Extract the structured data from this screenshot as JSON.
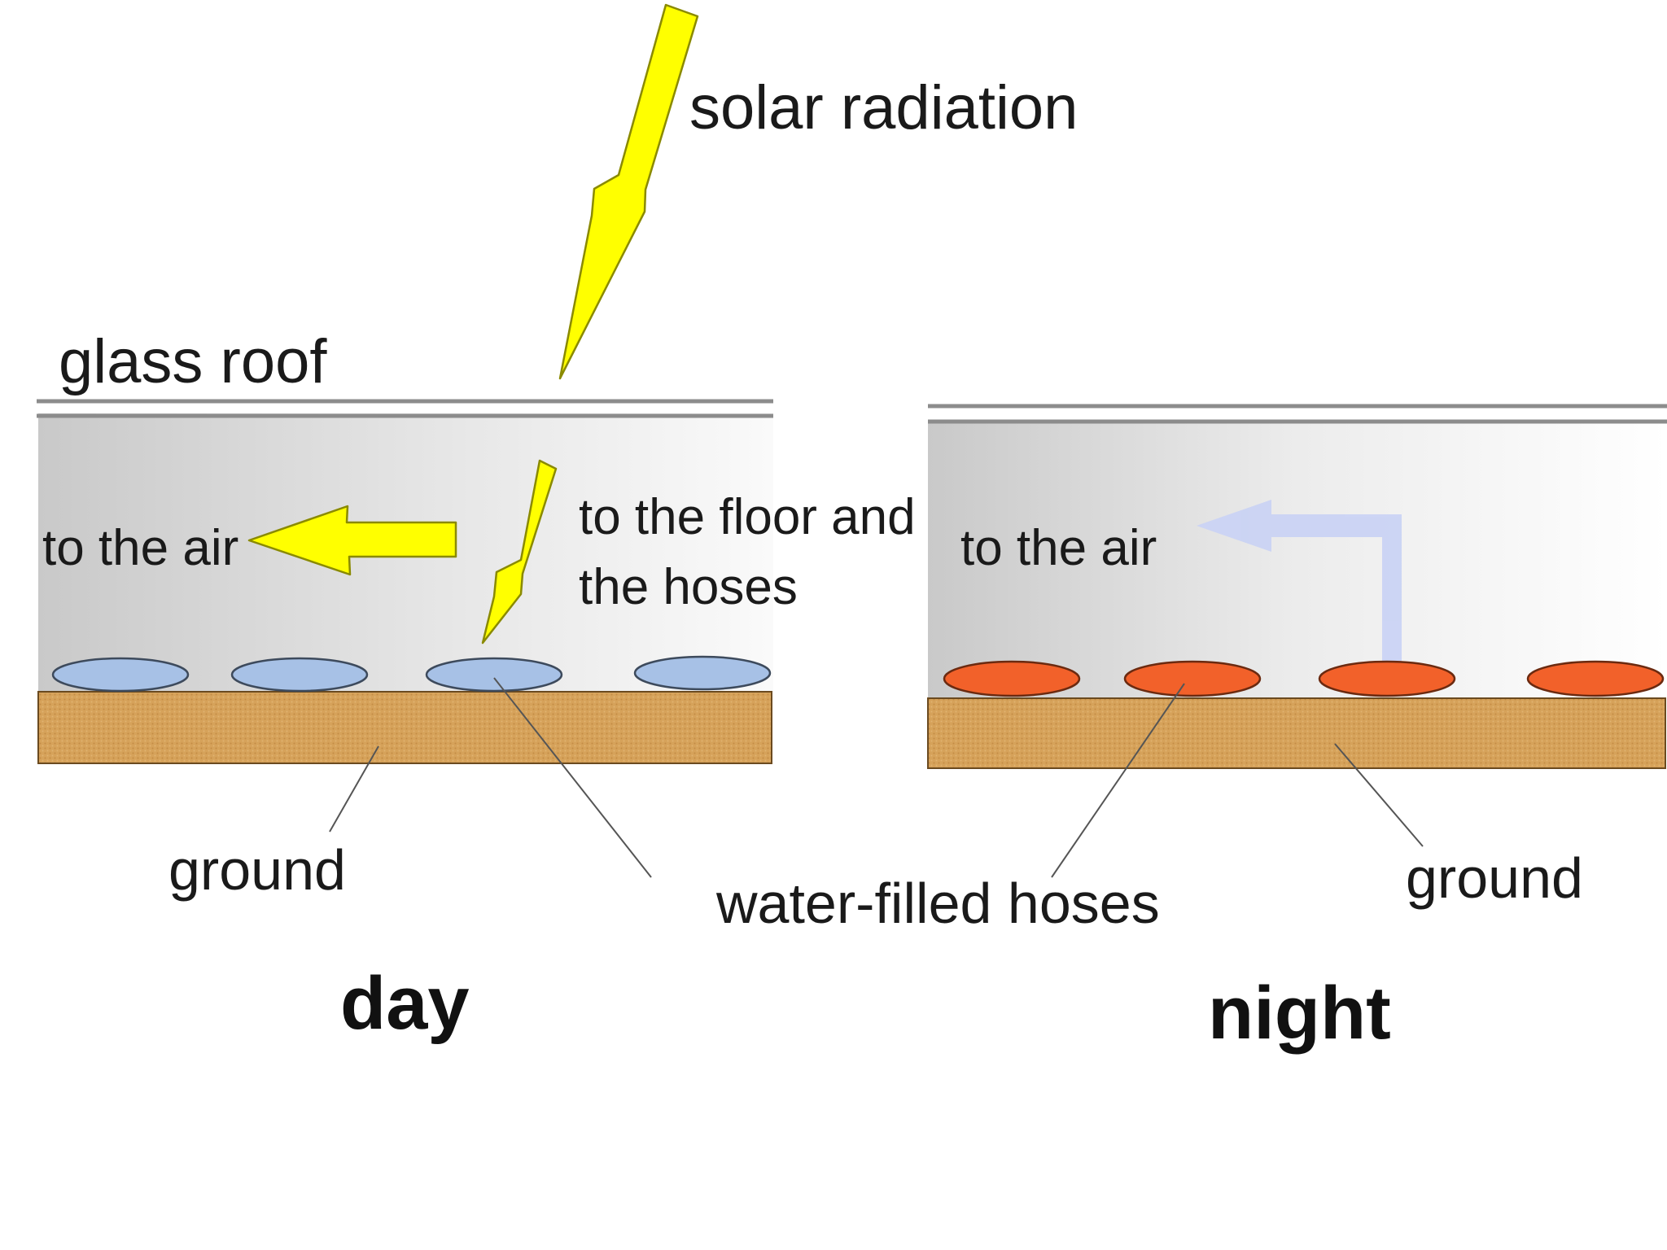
{
  "labels": {
    "solar_radiation": "solar radiation",
    "glass_roof": "glass roof",
    "to_the_air_day": "to the air",
    "to_floor_line1": "to the floor and",
    "to_floor_line2": "the hoses",
    "to_the_air_night": "to the air",
    "ground_day": "ground",
    "ground_night": "ground",
    "water_filled_hoses": "water-filled hoses",
    "day": "day",
    "night": "night"
  },
  "colors": {
    "solar_arrow": "#ffff00",
    "solar_arrow_outline": "#8a8a00",
    "cool_hose": "#a7c1e6",
    "warm_hose": "#f2612a",
    "ground": "#d6a25a",
    "roof_line": "#8c8c8c",
    "air_arrow_night": "#c9d2f5"
  }
}
